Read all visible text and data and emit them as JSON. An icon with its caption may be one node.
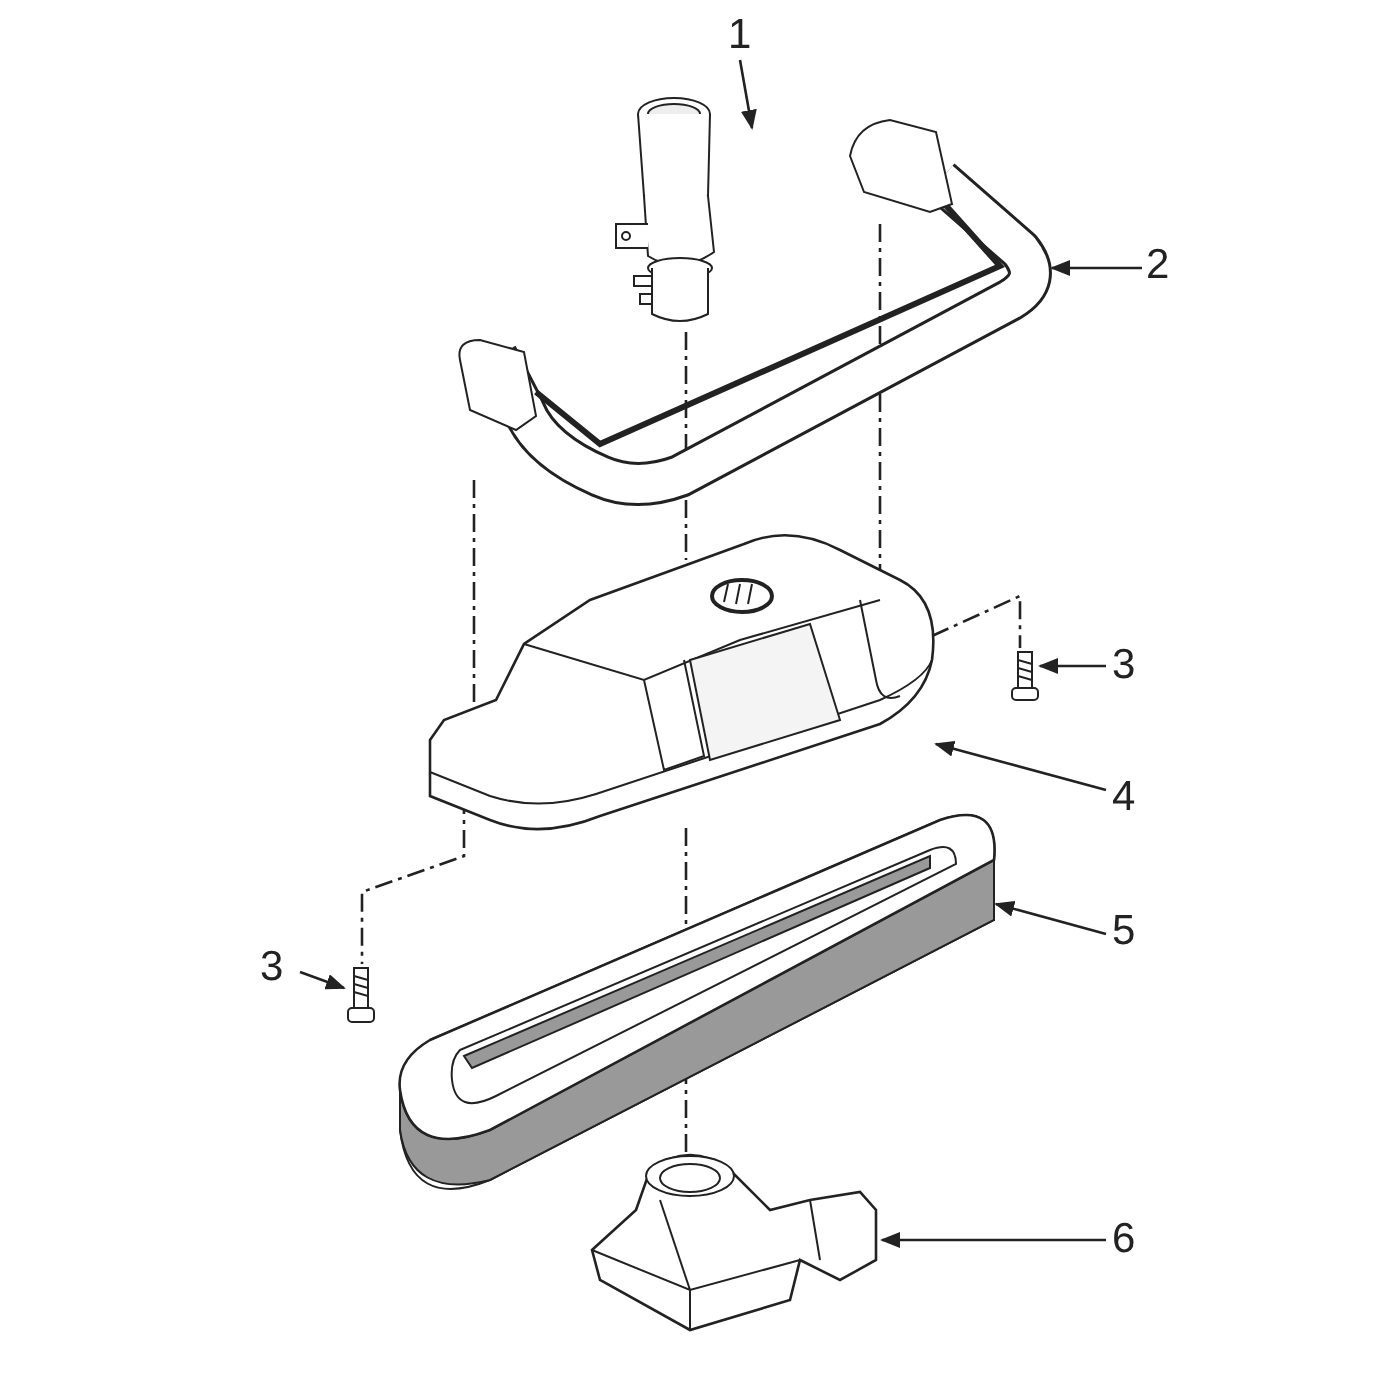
{
  "diagram": {
    "nodes": [
      {
        "text": [
          "1"
        ]
      },
      {
        "text": [],
        "shape": "picture"
      },
      {
        "text": [
          "2"
        ]
      },
      {
        "text": [],
        "shape": "picture"
      },
      {
        "text": [
          "3"
        ]
      },
      {
        "text": [],
        "shape": "picture"
      },
      {
        "text": [
          "4"
        ]
      },
      {
        "text": [],
        "shape": "picture"
      },
      {
        "text": [
          "5"
        ]
      },
      {
        "text": [],
        "shape": "picture"
      },
      {
        "text": [
          "3"
        ]
      },
      {
        "text": [],
        "shape": "picture"
      },
      {
        "text": [
          "6"
        ]
      },
      {
        "text": [],
        "shape": "picture"
      }
    ],
    "edges": [
      {
        "from": 0,
        "to": 1,
        "arrow": "to"
      },
      {
        "from": 2,
        "to": 3,
        "arrow": "to"
      },
      {
        "from": 4,
        "to": 5,
        "arrow": "to"
      },
      {
        "from": 6,
        "to": 7,
        "arrow": "to"
      },
      {
        "from": 8,
        "to": 9,
        "arrow": "to"
      },
      {
        "from": 10,
        "to": 11,
        "arrow": "to"
      },
      {
        "from": 12,
        "to": 13,
        "arrow": "to"
      },
      {
        "from": 1,
        "to": 3,
        "arrow": "none",
        "style": "dashed"
      },
      {
        "from": 3,
        "to": 7,
        "arrow": "none",
        "style": "dashed"
      },
      {
        "from": 9,
        "to": 13,
        "arrow": "none",
        "style": "dashed"
      },
      {
        "from": 3,
        "to": 7,
        "arrow": "none",
        "style": "dashed"
      },
      {
        "from": 3,
        "to": 7,
        "arrow": "none",
        "style": "dashed"
      },
      {
        "from": 7,
        "to": 5,
        "arrow": "none",
        "style": "dashed"
      },
      {
        "from": 7,
        "to": 11,
        "arrow": "none",
        "style": "dashed"
      }
    ]
  }
}
